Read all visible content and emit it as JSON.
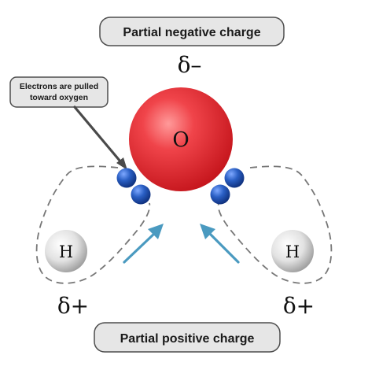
{
  "labels": {
    "top_label": "Partial negative charge",
    "bottom_label": "Partial positive charge",
    "callout": [
      "Electrons are pulled",
      "toward oxygen"
    ],
    "delta_negative": "δ–",
    "delta_positive_left": "δ+",
    "delta_positive_right": "δ+"
  },
  "atoms": {
    "oxygen": "O",
    "hydrogen_left": "H",
    "hydrogen_right": "H"
  },
  "colors": {
    "oxygen": "#e8242b",
    "electron": "#1e4fa8",
    "arrow": "#4a9ac0",
    "pill_fill": "#e6e6e6",
    "pill_stroke": "#4d4d4d",
    "dashed_outline": "#777777"
  }
}
